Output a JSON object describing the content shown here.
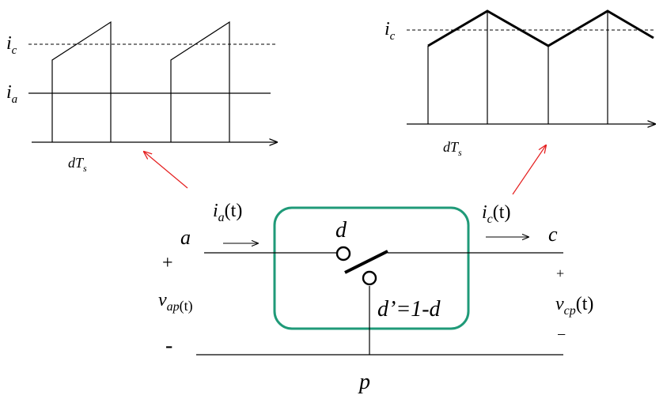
{
  "colors": {
    "ink": "#000000",
    "box": "#1f9a78",
    "arrow": "#e52020"
  },
  "left_plot": {
    "ic_label": "i",
    "ic_sub": "c",
    "ia_label": "i",
    "ia_sub": "a",
    "time_label": "dT",
    "time_sub": "s"
  },
  "right_plot": {
    "ic_label": "i",
    "ic_sub": "c",
    "time_label": "dT",
    "time_sub": "s"
  },
  "switch": {
    "ia_t": "i",
    "ia_t_sub": "a",
    "ia_t_arg": "(t)",
    "ic_t": "i",
    "ic_t_sub": "c",
    "ic_t_arg": "(t)",
    "node_a": "a",
    "node_c": "c",
    "node_p": "p",
    "d_label": "d",
    "dprime_label": "d’=1-d",
    "plus_left": "+",
    "minus_left": "-",
    "vap": "v",
    "vap_sub": "ap",
    "vap_arg": "(t)",
    "plus_right": "+",
    "minus_right": "−",
    "vcp": "v",
    "vcp_sub": "cp",
    "vcp_arg": "(t)"
  }
}
